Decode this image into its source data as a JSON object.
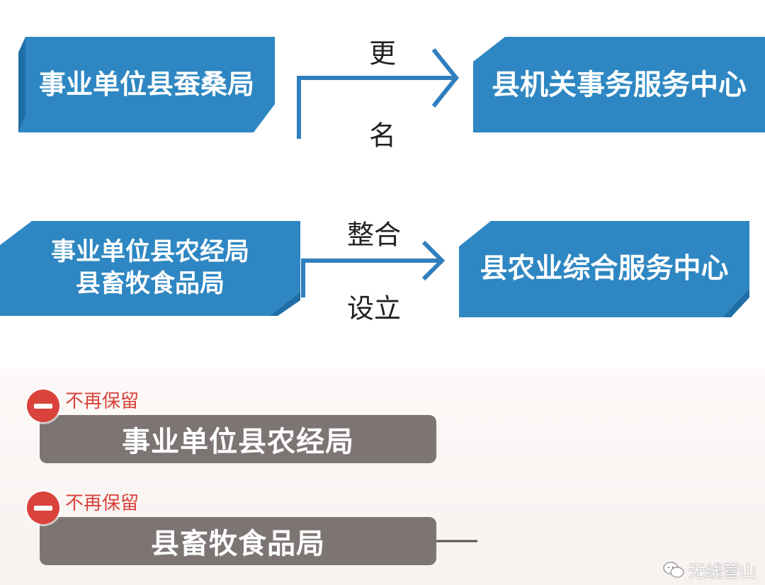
{
  "row1": {
    "source": "事业单位县蚕桑局",
    "action_top": "更",
    "action_bottom": "名",
    "target": "县机关事务服务中心"
  },
  "row2": {
    "source_line1": "事业单位县农经局",
    "source_line2": "县畜牧食品局",
    "action_top": "整合",
    "action_bottom": "设立",
    "target": "县农业综合服务中心"
  },
  "removed": [
    {
      "note": "不再保留",
      "name": "事业单位县农经局"
    },
    {
      "note": "不再保留",
      "name": "县畜牧食品局"
    }
  ],
  "watermark": {
    "icon": "wechat-icon",
    "text": "无线营山"
  },
  "colors": {
    "box_blue": "#2e87c2",
    "arrow_blue": "#2f7fbf",
    "removed_gray": "#7d7574",
    "minus_red": "#d9433b"
  }
}
